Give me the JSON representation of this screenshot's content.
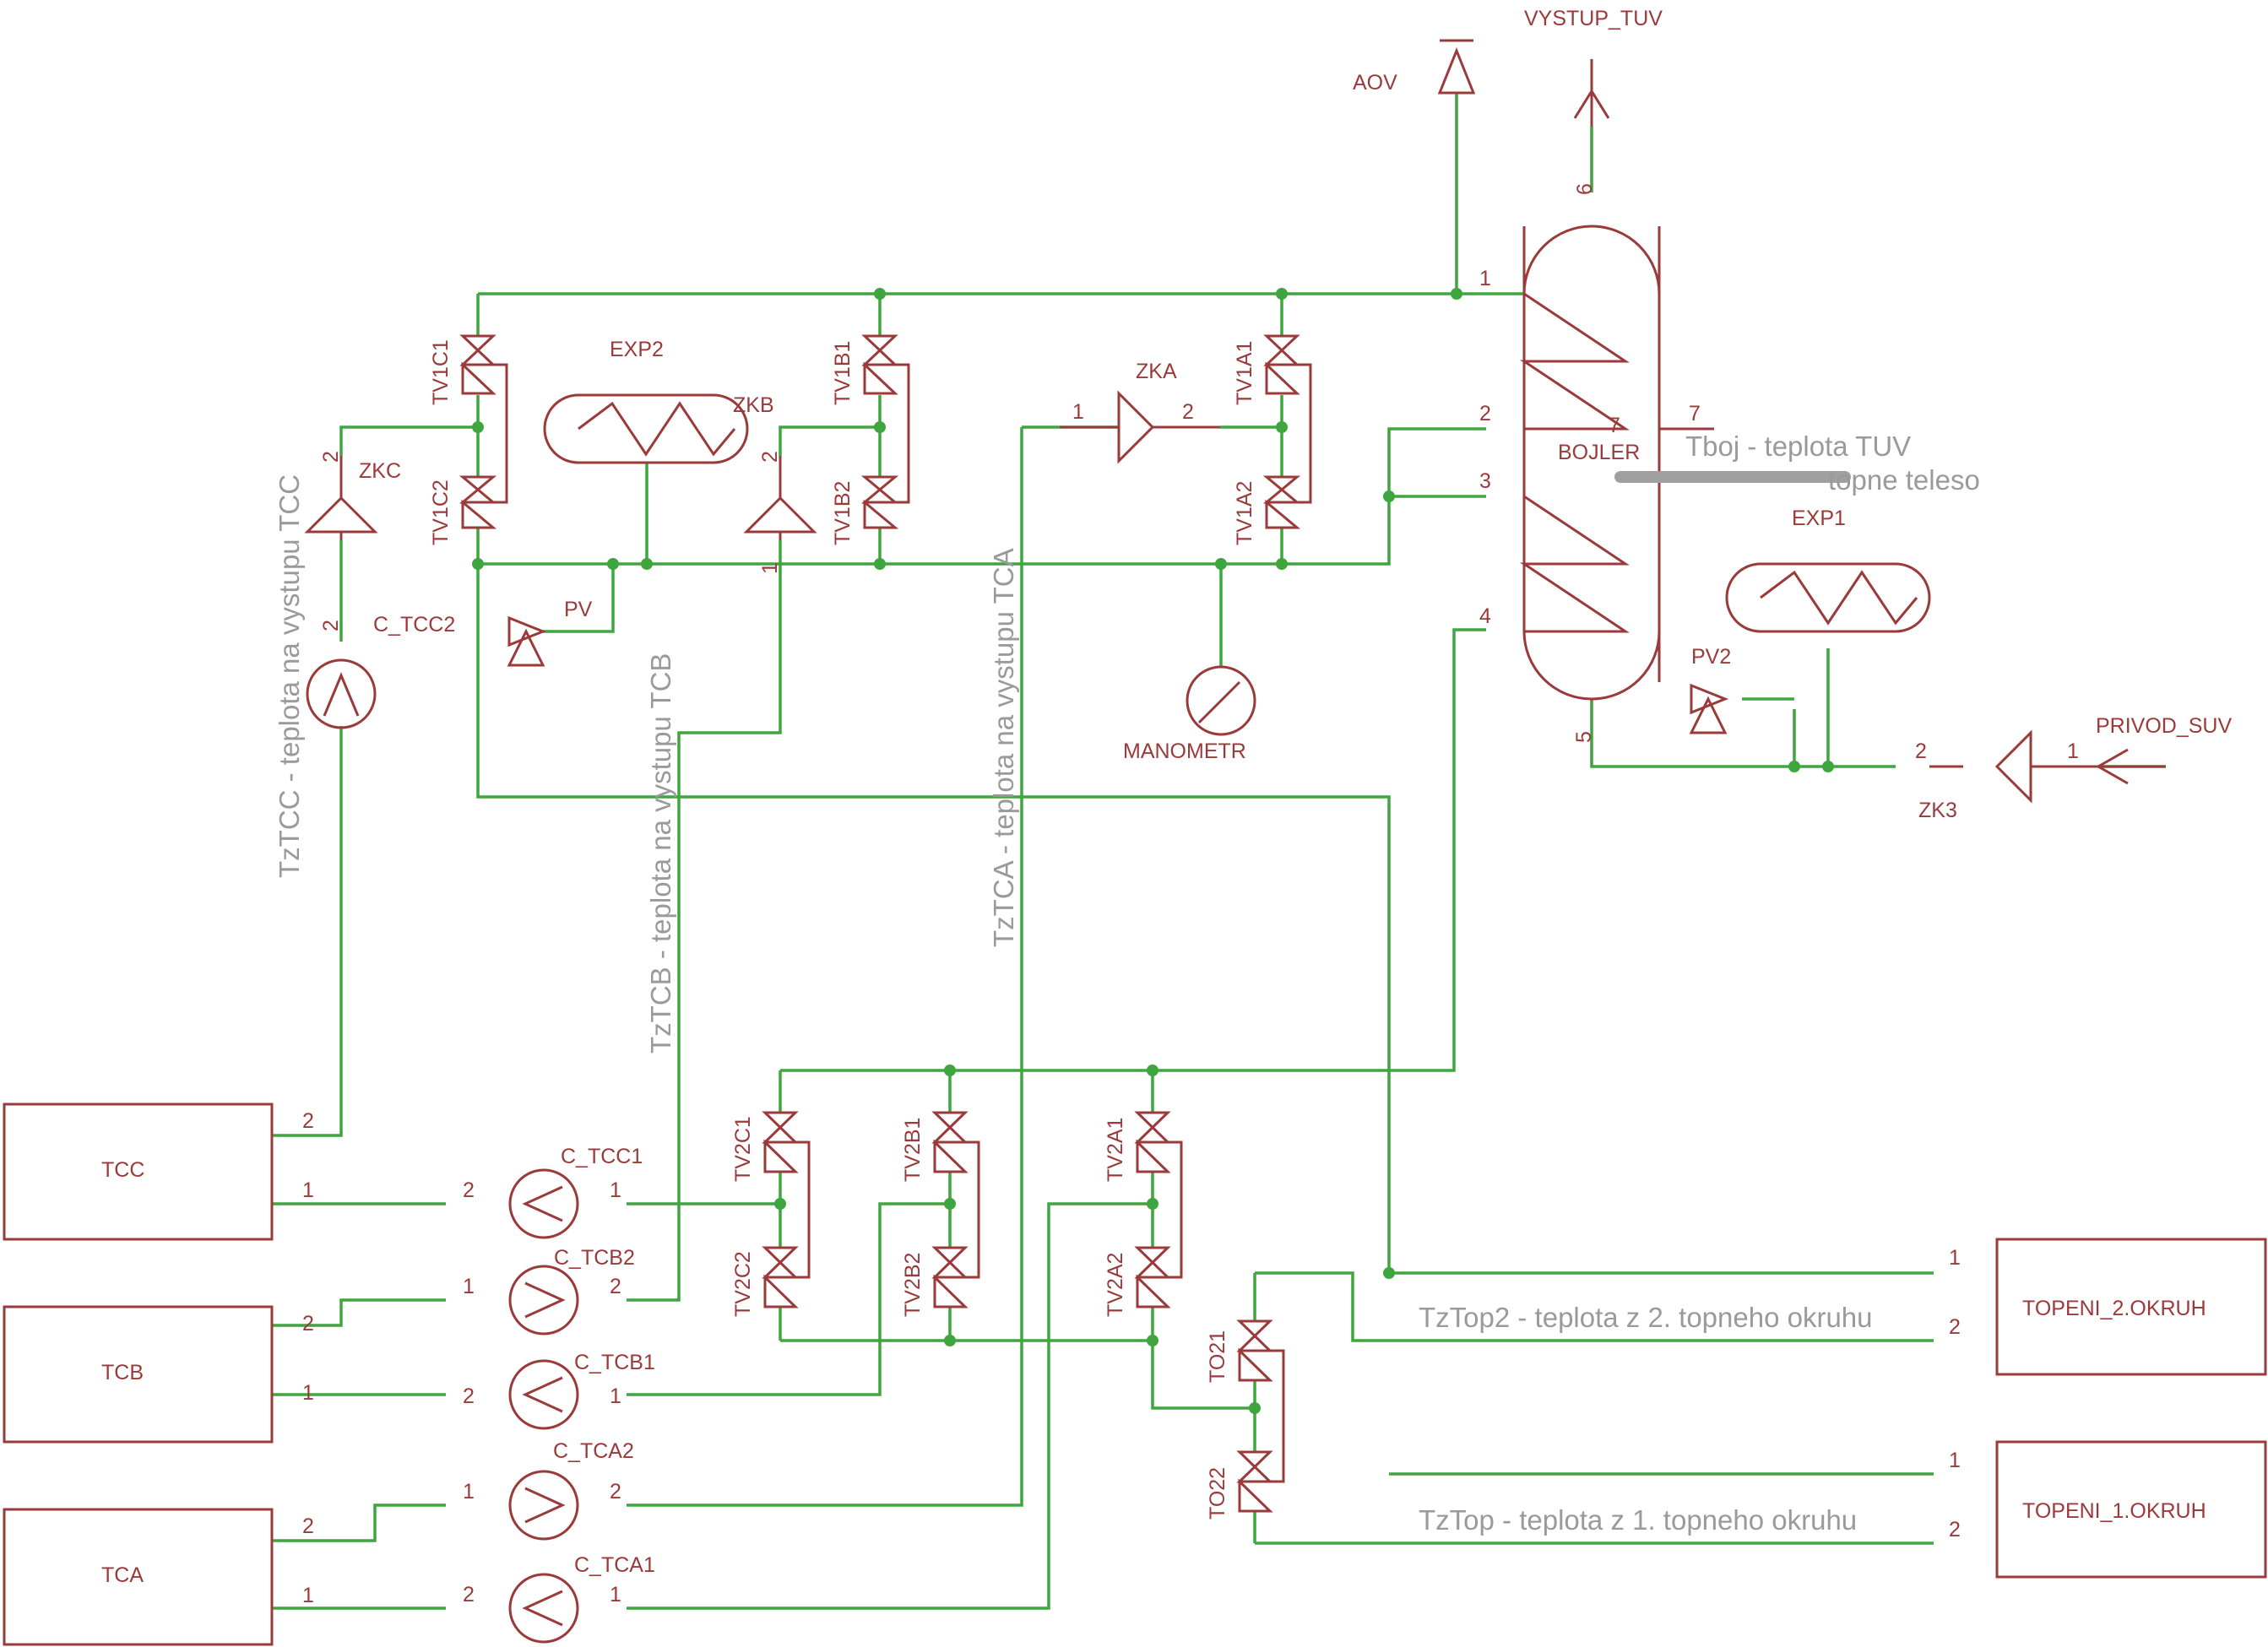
{
  "diagram": {
    "labels": {
      "aov": "AOV",
      "vystup_tuv": "VYSTUP_TUV",
      "bojler": "BOJLER",
      "exp1": "EXP1",
      "exp2": "EXP2",
      "pv": "PV",
      "pv2": "PV2",
      "privod_suv": "PRIVOD_SUV",
      "zk3": "ZK3",
      "zka": "ZKA",
      "zkb": "ZKB",
      "zkc": "ZKC",
      "manometr": "MANOMETR",
      "c_tcc2": "C_TCC2",
      "c_tcc1": "C_TCC1",
      "c_tcb2": "C_TCB2",
      "c_tcb1": "C_TCB1",
      "c_tca2": "C_TCA2",
      "c_tca1": "C_TCA1",
      "tcc": "TCC",
      "tcb": "TCB",
      "tca": "TCA",
      "topeni2": "TOPENI_2.OKRUH",
      "topeni1": "TOPENI_1.OKRUH",
      "tv1c1": "TV1C1",
      "tv1c2": "TV1C2",
      "tv1b1": "TV1B1",
      "tv1b2": "TV1B2",
      "tv1a1": "TV1A1",
      "tv1a2": "TV1A2",
      "tv2c1": "TV2C1",
      "tv2c2": "TV2C2",
      "tv2b1": "TV2B1",
      "tv2b2": "TV2B2",
      "tv2a1": "TV2A1",
      "tv2a2": "TV2A2",
      "to21": "TO21",
      "to22": "TO22"
    },
    "notes": {
      "tztcc": "TzTCC - teplota na vystupu TCC",
      "tztcb": "TzTCB - teplota na vystupu TCB",
      "tztca": "TzTCA - teplota na vystupu TCA",
      "tboj": "Tboj - teplota TUV",
      "topne": "topne teleso",
      "tztop2": "TzTop2 - teplota z 2. topneho okruhu",
      "tztop": "TzTop - teplota z 1. topneho okruhu"
    },
    "pins": {
      "p1": "1",
      "p2": "2",
      "p3": "3",
      "p4": "4",
      "p5": "5",
      "p6": "6",
      "p7": "7"
    },
    "colors": {
      "wire": "#3fa63f",
      "symbol": "#9b3a3a",
      "note": "#9a9a9a"
    }
  }
}
